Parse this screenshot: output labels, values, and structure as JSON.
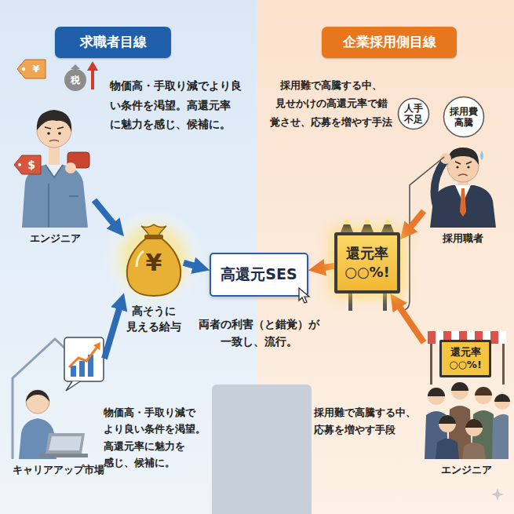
{
  "diagram": {
    "nodes": [
      {
        "text": [
          "求職者目線"
        ]
      },
      {
        "text": [
          "企業採用側目線"
        ]
      },
      {
        "text": [
          "人手 不足"
        ]
      },
      {
        "text": [
          "採用費 高騰"
        ]
      },
      {
        "text": [
          "エンジニア"
        ]
      },
      {
        "text": [
          "¥",
          "高そうに 見える給与"
        ]
      },
      {
        "text": [
          "高還元SES"
        ]
      },
      {
        "text": [
          "還元率 ○○%!"
        ]
      },
      {
        "text": [
          "採用職者"
        ]
      },
      {
        "text": [
          "キャリアアップ市場"
        ]
      },
      {
        "text": [
          "エンジニア"
        ]
      },
      {
        "text": [
          "還元率 ○○%!"
        ],
        "in": 10
      }
    ],
    "edges": [
      {
        "from": 4,
        "to": 5,
        "arrow": "to"
      },
      {
        "from": 9,
        "to": 5,
        "arrow": "to"
      },
      {
        "from": 5,
        "to": 6,
        "arrow": "to"
      },
      {
        "from": 7,
        "to": 6,
        "arrow": "to"
      },
      {
        "from": 8,
        "to": 7,
        "arrow": "to"
      },
      {
        "from": 10,
        "to": 7,
        "arrow": "to"
      }
    ],
    "labels": [
      "¥",
      "税",
      "物価高・手取り減でより良 い条件を渇望。高還元率 に魅力を感じ、候補に。",
      "採用難で高騰する中、 見せかけの高還元率で錯 覚させ、応募を増やす手法",
      "$",
      "両者の利害（と錯覚）が 一致し、流行。",
      "物価高・手取り減で より良い条件を渇望。 高還元率に魅力を 感じ、候補に。",
      "採用難で高騰する中、 応募を増やす手段"
    ]
  }
}
